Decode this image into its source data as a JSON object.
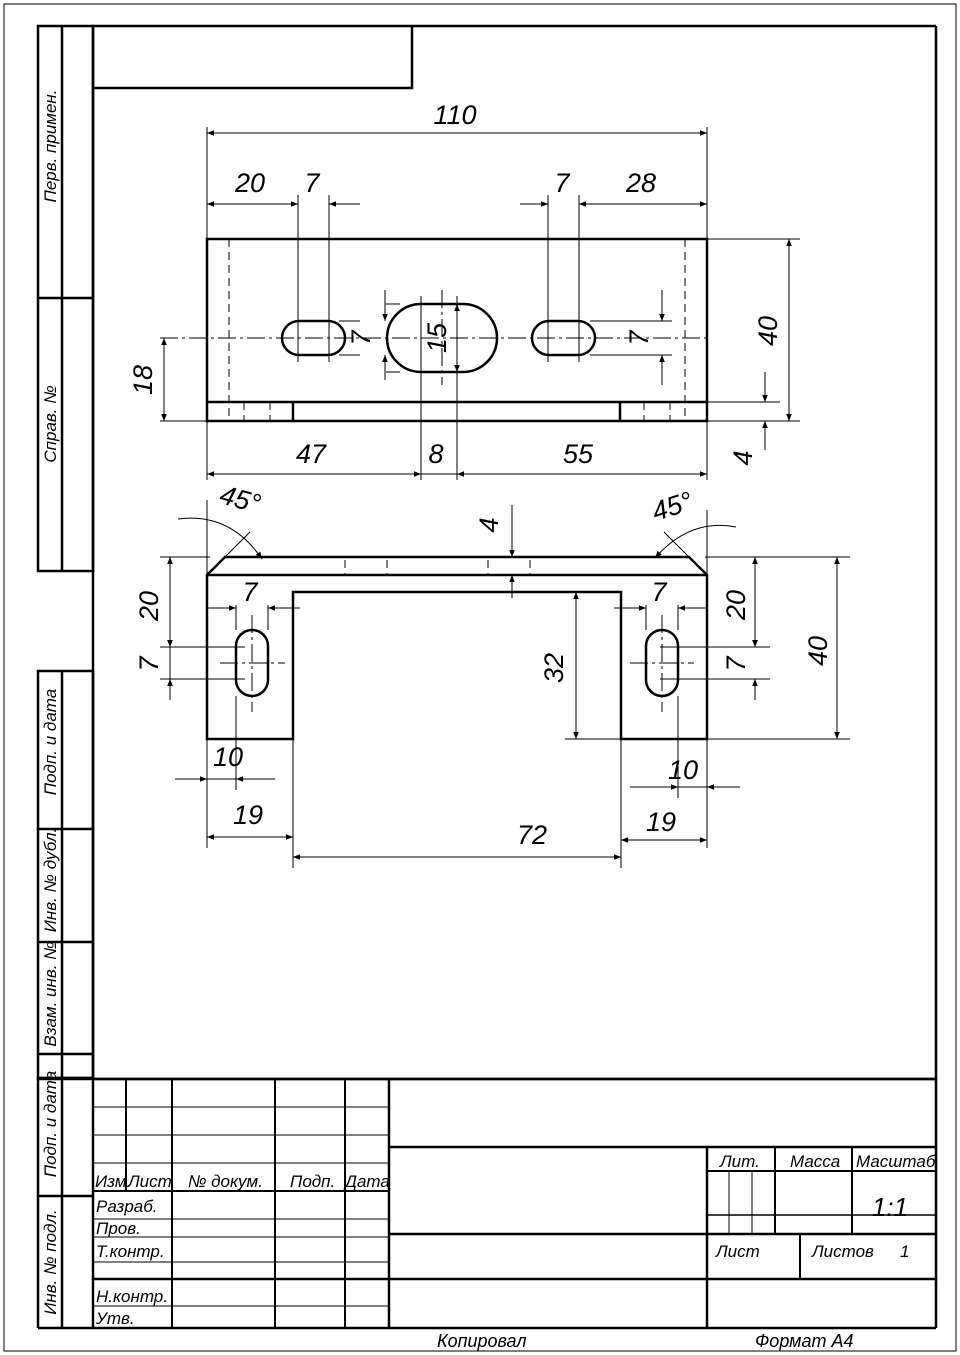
{
  "side_strip": {
    "perv_primen": "Перв. примен.",
    "sprav_no": "Справ. №",
    "podp_data_1": "Подп. и дата",
    "inv_dubl": "Инв. № дубл.",
    "vzam_inv": "Взам. инв. №",
    "podp_data_2": "Подп. и дата",
    "inv_podl": "Инв. № подл."
  },
  "top_view": {
    "dims": {
      "overall_length": "110",
      "left_edge_to_slot": "20",
      "left_slot_width": "7",
      "right_slot_width": "7",
      "right_slot_to_edge": "28",
      "left_slot_height": "7",
      "oval_height": "15",
      "right_slot_height": "7",
      "height": "40",
      "axis_height": "18",
      "left_to_oval": "47",
      "oval_width": "8",
      "oval_to_right": "55",
      "flange_thickness": "4"
    }
  },
  "front_view": {
    "dims": {
      "left_angle": "45°",
      "right_angle": "45°",
      "thickness": "4",
      "left_top_offset": "20",
      "left_slot_width": "7",
      "left_slot_height": "7",
      "right_slot_width": "7",
      "right_top_offset": "20",
      "right_slot_height": "7",
      "overall_height": "40",
      "inner_height": "32",
      "left_slot_pos": "10",
      "right_slot_pos": "10",
      "left_leg_width": "19",
      "right_leg_width": "19",
      "inner_width": "72"
    }
  },
  "title_block": {
    "col_izm": "Изм.",
    "col_list": "Лист",
    "col_dokum": "№ докум.",
    "col_podp": "Подп.",
    "col_data": "Дата",
    "row_razrab": "Разраб.",
    "row_prov": "Пров.",
    "row_tkontr": "Т.контр.",
    "row_nkontr": "Н.контр.",
    "row_utv": "Утв.",
    "lit": "Лит.",
    "massa": "Масса",
    "masshtab": "Масштаб",
    "scale_value": "1:1",
    "list": "Лист",
    "listov": "Листов",
    "listov_value": "1"
  },
  "footer": {
    "kopiroval": "Копировал",
    "format": "Формат  А4"
  }
}
